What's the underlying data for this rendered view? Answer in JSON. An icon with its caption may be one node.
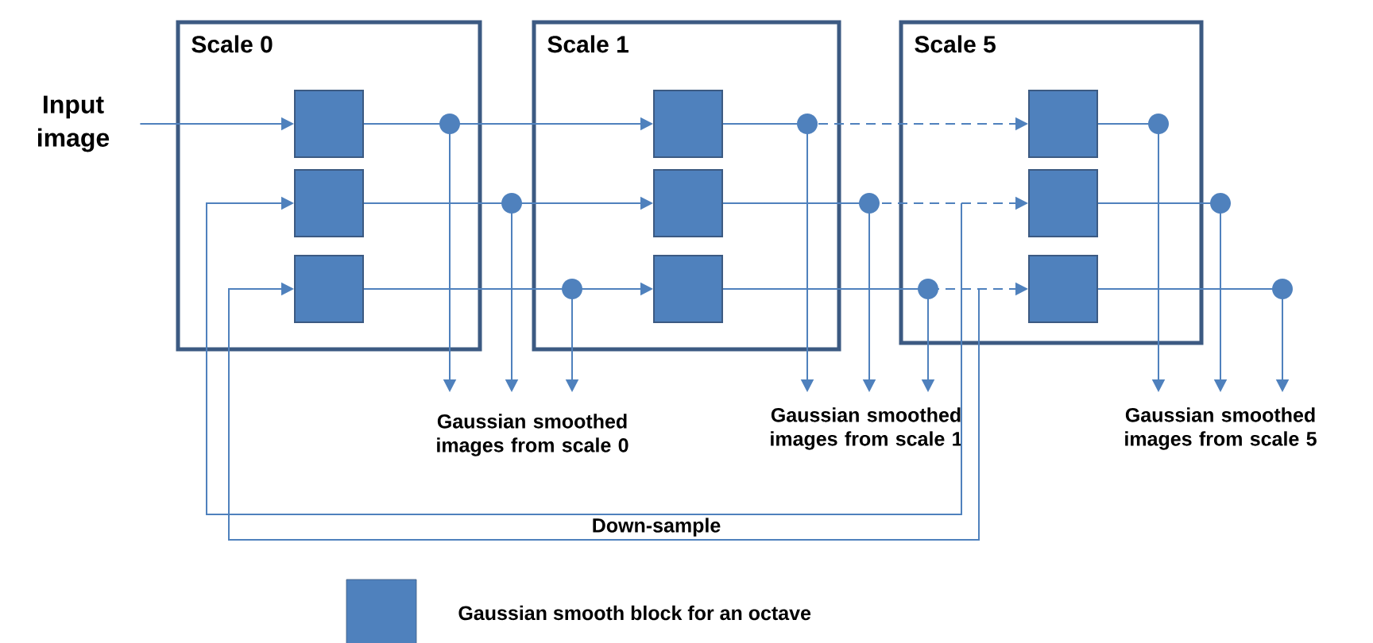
{
  "diagram": {
    "nodes": [
      {
        "text": [
          "Input image"
        ]
      },
      {
        "text": [
          "Scale 0"
        ]
      },
      {
        "text": [],
        "shape": "box",
        "in": 1
      },
      {
        "text": [],
        "shape": "box",
        "in": 1
      },
      {
        "text": [],
        "shape": "box",
        "in": 1
      },
      {
        "text": [
          "Scale 1"
        ]
      },
      {
        "text": [],
        "shape": "box",
        "in": 5
      },
      {
        "text": [],
        "shape": "box",
        "in": 5
      },
      {
        "text": [],
        "shape": "box",
        "in": 5
      },
      {
        "text": [
          "Scale 5"
        ]
      },
      {
        "text": [],
        "shape": "box",
        "in": 9
      },
      {
        "text": [],
        "shape": "box",
        "in": 9
      },
      {
        "text": [],
        "shape": "box",
        "in": 9
      },
      {
        "text": [
          "Gaussian smoothed images from scale 0"
        ]
      },
      {
        "text": [
          "Gaussian smoothed images from scale 1"
        ]
      },
      {
        "text": [
          "Gaussian smoothed images from scale 5"
        ]
      }
    ],
    "edges": [
      {
        "from": 0,
        "to": 2,
        "arrow": "to"
      },
      {
        "from": 2,
        "to": 6,
        "arrow": "to"
      },
      {
        "from": 3,
        "to": 7,
        "arrow": "to"
      },
      {
        "from": 4,
        "to": 8,
        "arrow": "to"
      },
      {
        "from": 6,
        "to": 10,
        "arrow": "to",
        "style": "dashed"
      },
      {
        "from": 7,
        "to": 11,
        "arrow": "to",
        "style": "dashed"
      },
      {
        "from": 8,
        "to": 12,
        "arrow": "to",
        "style": "dashed"
      },
      {
        "from": 2,
        "to": 13,
        "arrow": "to"
      },
      {
        "from": 3,
        "to": 13,
        "arrow": "to"
      },
      {
        "from": 4,
        "to": 13,
        "arrow": "to"
      },
      {
        "from": 6,
        "to": 14,
        "arrow": "to"
      },
      {
        "from": 7,
        "to": 14,
        "arrow": "to"
      },
      {
        "from": 8,
        "to": 14,
        "arrow": "to"
      },
      {
        "from": 10,
        "to": 15,
        "arrow": "to"
      },
      {
        "from": 11,
        "to": 15,
        "arrow": "to"
      },
      {
        "from": 12,
        "to": 15,
        "arrow": "to"
      },
      {
        "from": 7,
        "to": 3,
        "arrow": "to"
      },
      {
        "from": 8,
        "to": 4,
        "arrow": "to"
      }
    ],
    "labels": [
      "Down-sample"
    ],
    "legend": [
      {
        "text": "Gaussian smooth block for an octave",
        "color": "#4f81bd"
      }
    ]
  }
}
